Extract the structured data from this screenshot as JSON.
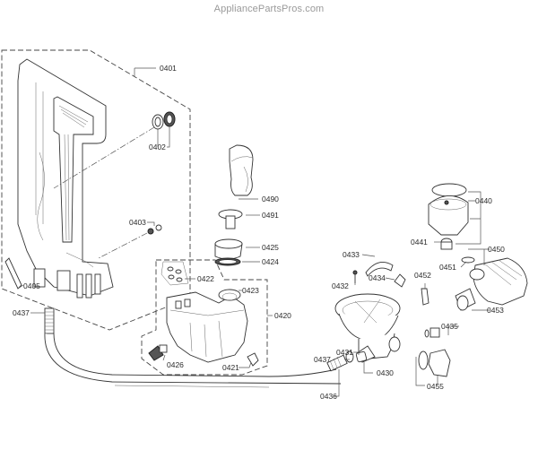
{
  "watermark": "AppliancePartsPros.com",
  "diagram": {
    "title": "Dishwasher sump, pump and water softener exploded view",
    "parts": [
      {
        "id": "0401",
        "label": "0401"
      },
      {
        "id": "0402",
        "label": "0402"
      },
      {
        "id": "0403",
        "label": "0403"
      },
      {
        "id": "0405",
        "label": "0405"
      },
      {
        "id": "0437a",
        "label": "0437"
      },
      {
        "id": "0490",
        "label": "0490"
      },
      {
        "id": "0491",
        "label": "0491"
      },
      {
        "id": "0425",
        "label": "0425"
      },
      {
        "id": "0424",
        "label": "0424"
      },
      {
        "id": "0422",
        "label": "0422"
      },
      {
        "id": "0423",
        "label": "0423"
      },
      {
        "id": "0420",
        "label": "0420"
      },
      {
        "id": "0426",
        "label": "0426"
      },
      {
        "id": "0421",
        "label": "0421"
      },
      {
        "id": "0433",
        "label": "0433"
      },
      {
        "id": "0432",
        "label": "0432"
      },
      {
        "id": "0434",
        "label": "0434"
      },
      {
        "id": "0452",
        "label": "0452"
      },
      {
        "id": "0440",
        "label": "0440"
      },
      {
        "id": "0441",
        "label": "0441"
      },
      {
        "id": "0450",
        "label": "0450"
      },
      {
        "id": "0451",
        "label": "0451"
      },
      {
        "id": "0453",
        "label": "0453"
      },
      {
        "id": "0435",
        "label": "0435"
      },
      {
        "id": "0431",
        "label": "0431"
      },
      {
        "id": "0437b",
        "label": "0437"
      },
      {
        "id": "0430",
        "label": "0430"
      },
      {
        "id": "0436",
        "label": "0436"
      },
      {
        "id": "0455",
        "label": "0455"
      }
    ]
  }
}
